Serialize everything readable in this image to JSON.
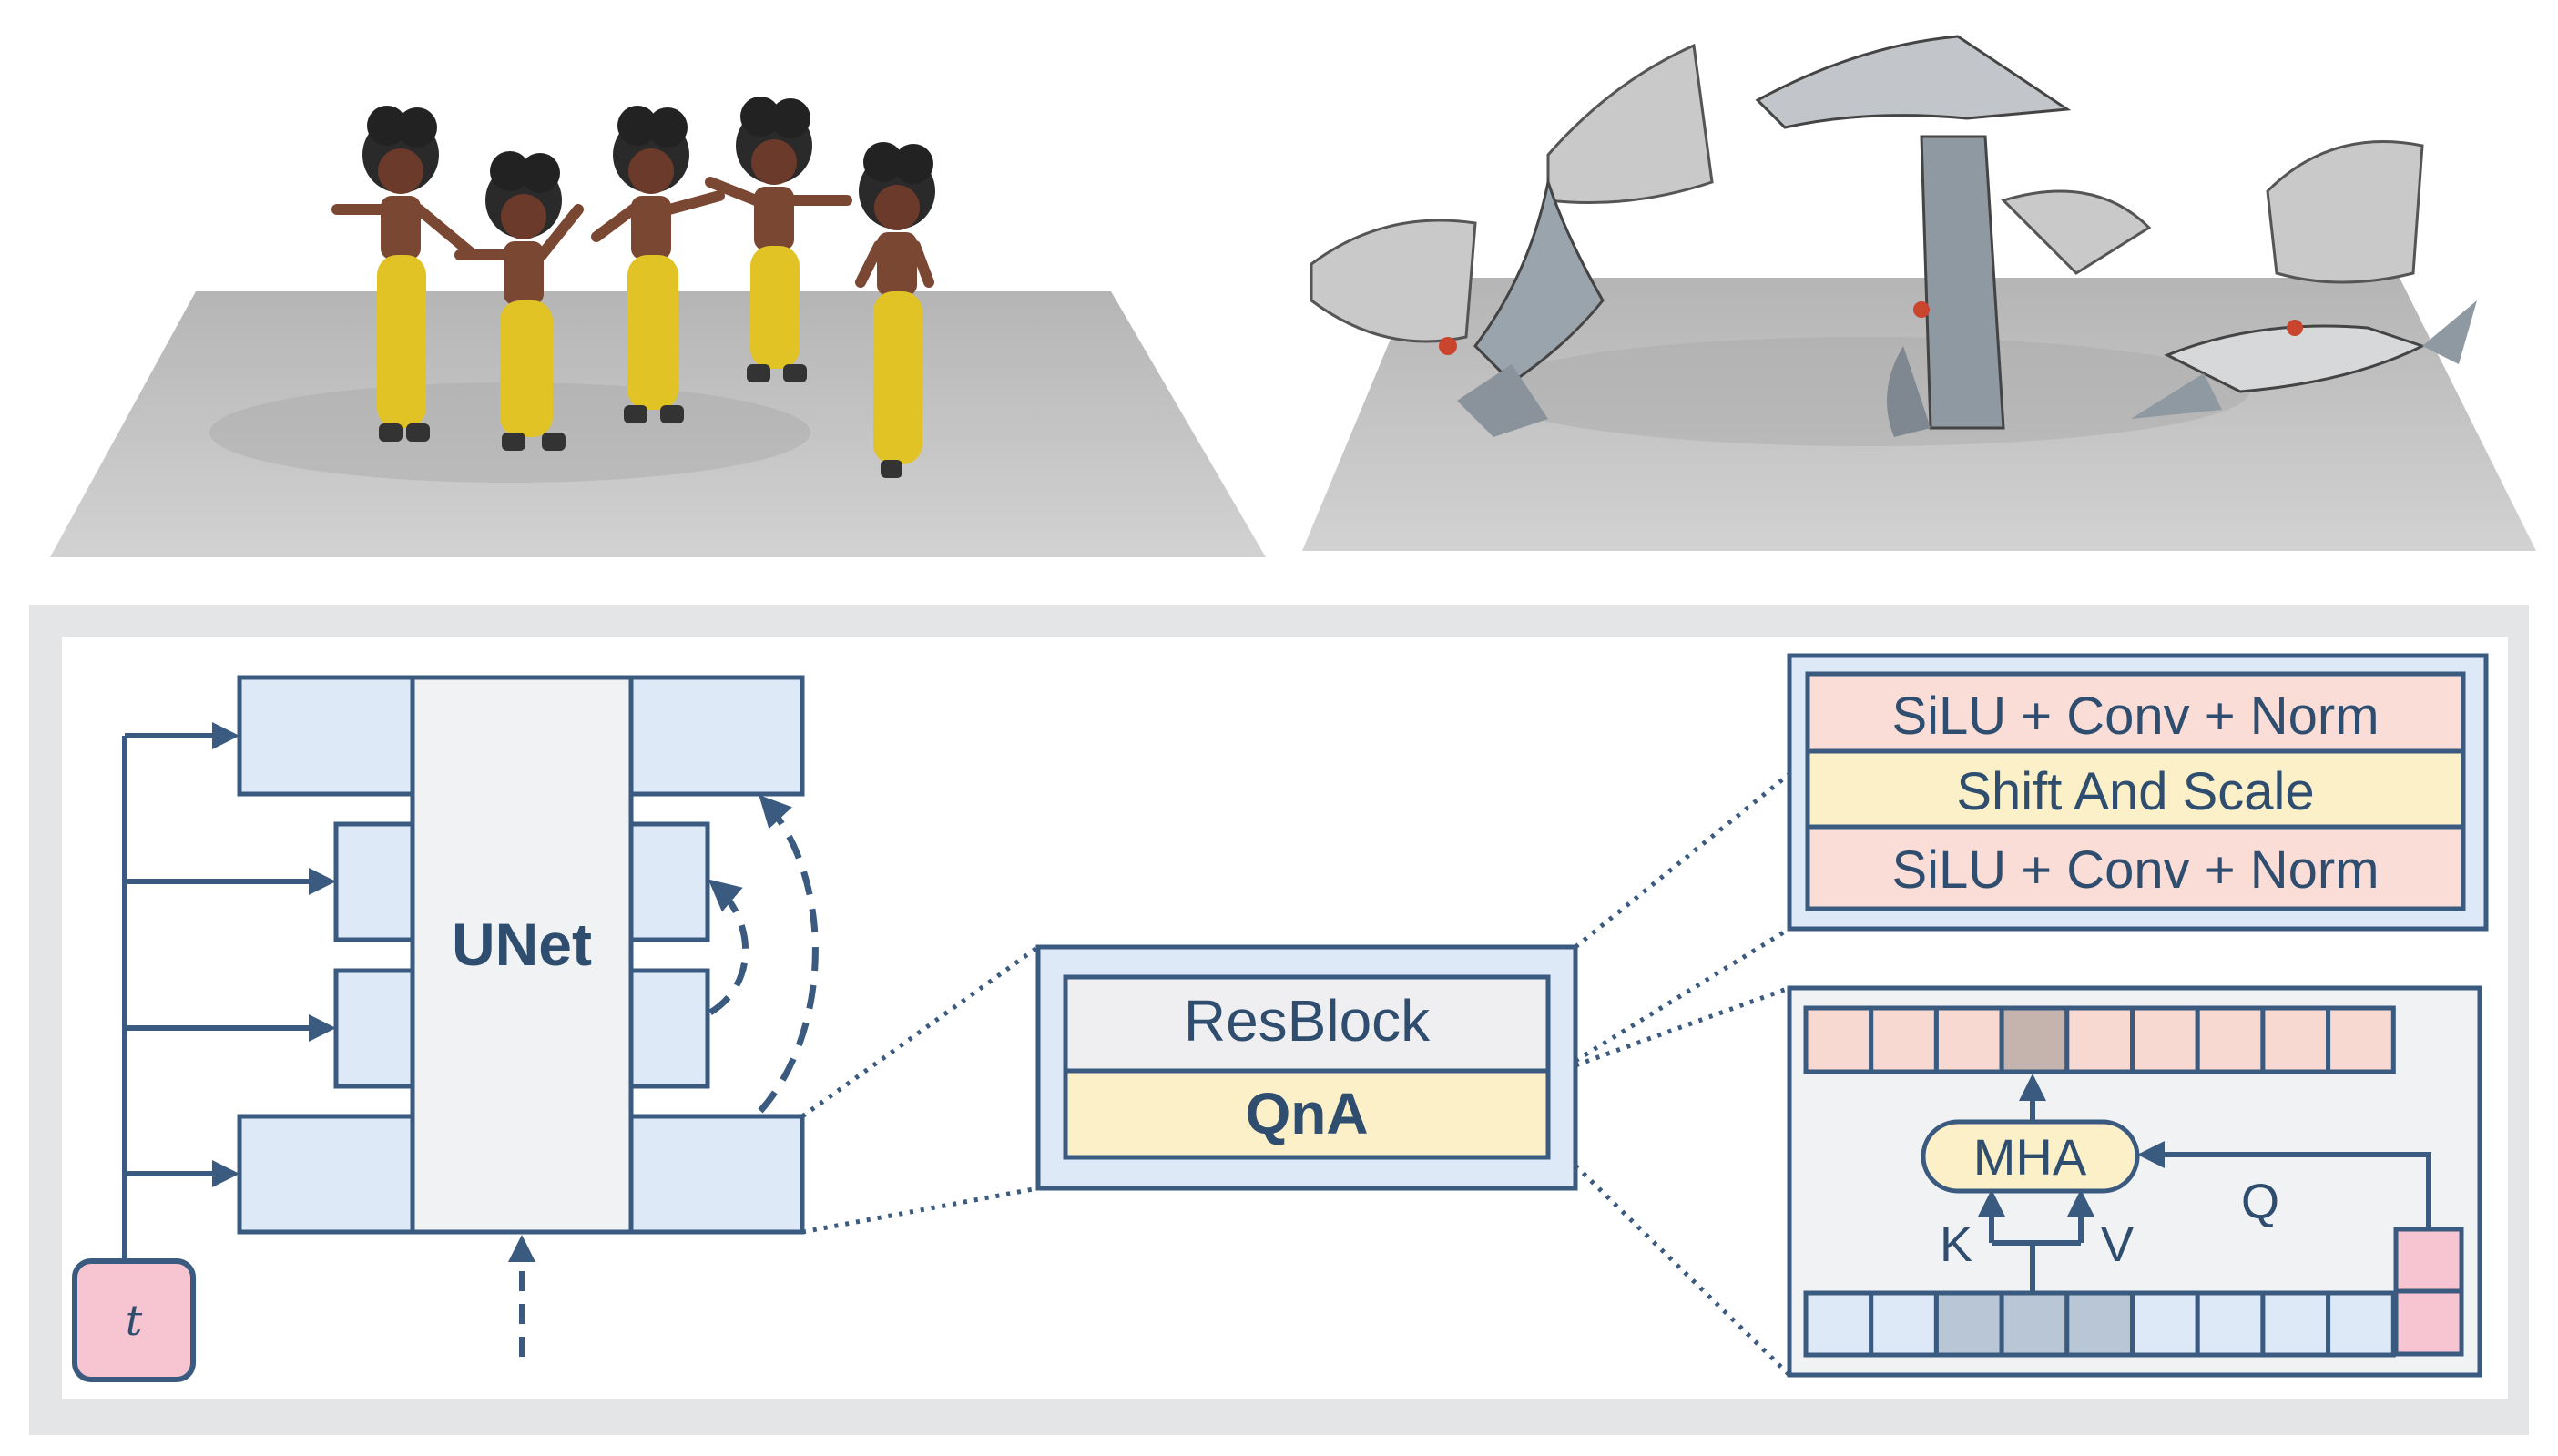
{
  "colors": {
    "stroke": "#3a5a80",
    "block_fill": "#dde9f7",
    "panel_bg": "#f1f2f4",
    "outer_frame": "#e4e5e7",
    "resblock_fill": "#efeff1",
    "qna_fill": "#fbf0c8",
    "silu_fill": "#f9ddd6",
    "shift_fill": "#fbf0c8",
    "token_pink": "#f7d9d2",
    "token_highlight": "#c5b3ad",
    "kv_highlight": "#b8c6d6",
    "time_fill": "#f7c4d1",
    "text": "#2f4d6e"
  },
  "renders": {
    "left": "dancing-character-sequence",
    "right": "dragon-motion-sequence"
  },
  "unet": {
    "label": "UNet"
  },
  "time_token": {
    "label": "t"
  },
  "block": {
    "resblock": "ResBlock",
    "qna": "QnA"
  },
  "resblock_detail": {
    "layers": [
      "SiLU + Conv + Norm",
      "Shift And Scale",
      "SiLU + Conv + Norm"
    ]
  },
  "qna_detail": {
    "mha": "MHA",
    "k": "K",
    "v": "V",
    "q": "Q"
  }
}
